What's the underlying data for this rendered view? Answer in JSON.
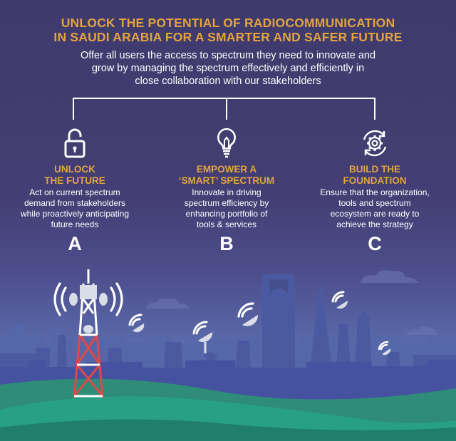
{
  "header": {
    "title_line1": "UNLOCK THE POTENTIAL OF RADIOCOMMUNICATION",
    "title_line2": "IN SAUDI ARABIA FOR A SMARTER AND SAFER FUTURE",
    "subtitle_line1": "Offer all users the access to spectrum they need to innovate and",
    "subtitle_line2": "grow by managing the spectrum effectively and efficiently in",
    "subtitle_line3": "close collaboration with our stakeholders"
  },
  "colors": {
    "accent": "#e3a33f",
    "text": "#ffffff",
    "background_top": "#3e3a6c"
  },
  "pillars": [
    {
      "icon": "padlock-open-icon",
      "heading_line1": "UNLOCK",
      "heading_line2": "THE FUTURE",
      "body_line1": "Act on current spectrum",
      "body_line2": "demand from stakeholders",
      "body_line3": "while proactively anticipating",
      "body_line4": "future needs",
      "letter": "A"
    },
    {
      "icon": "lightbulb-icon",
      "heading_line1": "EMPOWER A",
      "heading_line2": "‘SMART’ SPECTRUM",
      "body_line1": "Innovate in driving",
      "body_line2": "spectrum efficiency by",
      "body_line3": "enhancing portfolio of",
      "body_line4": "tools & services",
      "letter": "B"
    },
    {
      "icon": "gear-cycle-icon",
      "heading_line1": "BUILD THE",
      "heading_line2": "FOUNDATION",
      "body_line1": "Ensure that the organization,",
      "body_line2": "tools and spectrum",
      "body_line3": "ecosystem are ready to",
      "body_line4": "achieve the strategy",
      "letter": "C"
    }
  ]
}
